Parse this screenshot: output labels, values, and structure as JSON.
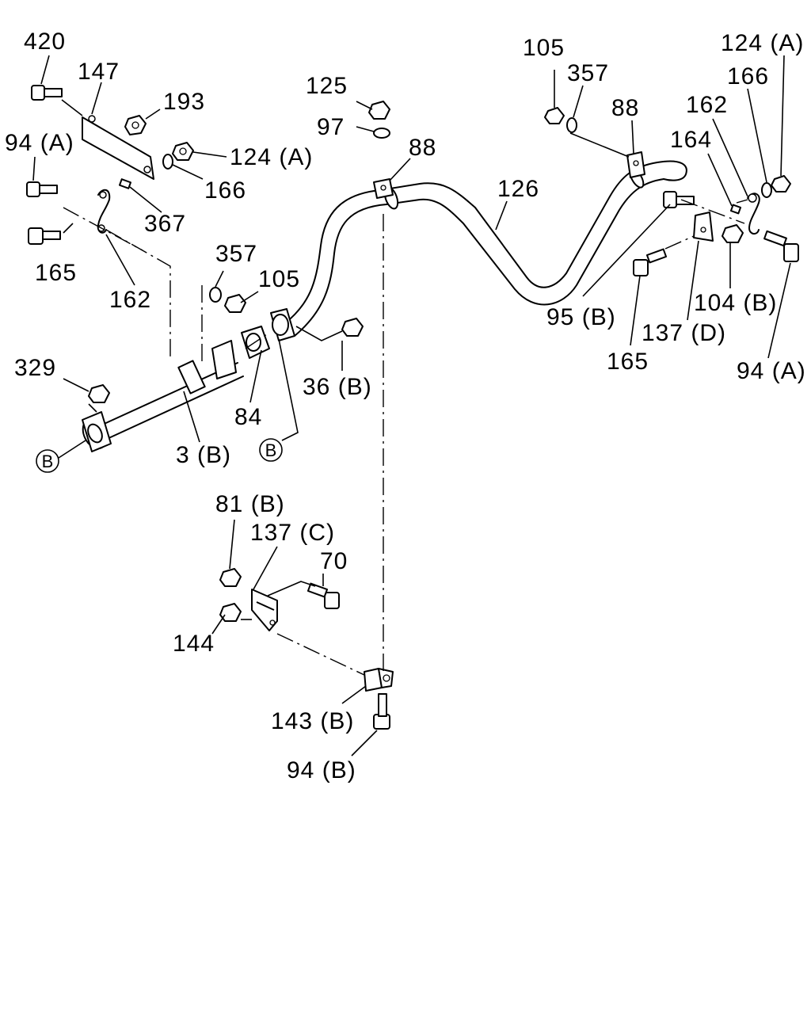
{
  "diagram": {
    "callouts": [
      {
        "id": "420",
        "text": "420"
      },
      {
        "id": "147",
        "text": "147"
      },
      {
        "id": "193",
        "text": "193"
      },
      {
        "id": "94a_left",
        "text": "94 (A)"
      },
      {
        "id": "124a_left",
        "text": "124 (A)"
      },
      {
        "id": "166_left",
        "text": "166"
      },
      {
        "id": "367",
        "text": "367"
      },
      {
        "id": "165_left",
        "text": "165"
      },
      {
        "id": "162_left",
        "text": "162"
      },
      {
        "id": "357_mid",
        "text": "357"
      },
      {
        "id": "105_mid",
        "text": "105"
      },
      {
        "id": "329",
        "text": "329"
      },
      {
        "id": "84",
        "text": "84"
      },
      {
        "id": "3b",
        "text": "3 (B)"
      },
      {
        "id": "36b",
        "text": "36 (B)"
      },
      {
        "id": "125",
        "text": "125"
      },
      {
        "id": "97",
        "text": "97"
      },
      {
        "id": "88_mid",
        "text": "88"
      },
      {
        "id": "126",
        "text": "126"
      },
      {
        "id": "105_top",
        "text": "105"
      },
      {
        "id": "357_top",
        "text": "357"
      },
      {
        "id": "88_right",
        "text": "88"
      },
      {
        "id": "124a_right",
        "text": "124 (A)"
      },
      {
        "id": "166_right",
        "text": "166"
      },
      {
        "id": "162_right",
        "text": "162"
      },
      {
        "id": "164",
        "text": "164"
      },
      {
        "id": "95b",
        "text": "95 (B)"
      },
      {
        "id": "137d",
        "text": "137 (D)"
      },
      {
        "id": "104b",
        "text": "104 (B)"
      },
      {
        "id": "165_right",
        "text": "165"
      },
      {
        "id": "94a_right",
        "text": "94 (A)"
      },
      {
        "id": "81b",
        "text": "81 (B)"
      },
      {
        "id": "137c",
        "text": "137 (C)"
      },
      {
        "id": "70",
        "text": "70"
      },
      {
        "id": "144",
        "text": "144"
      },
      {
        "id": "143b",
        "text": "143 (B)"
      },
      {
        "id": "94b",
        "text": "94 (B)"
      }
    ],
    "connector_marks": [
      {
        "id": "b_left",
        "text": "B"
      },
      {
        "id": "b_right",
        "text": "B"
      }
    ]
  }
}
